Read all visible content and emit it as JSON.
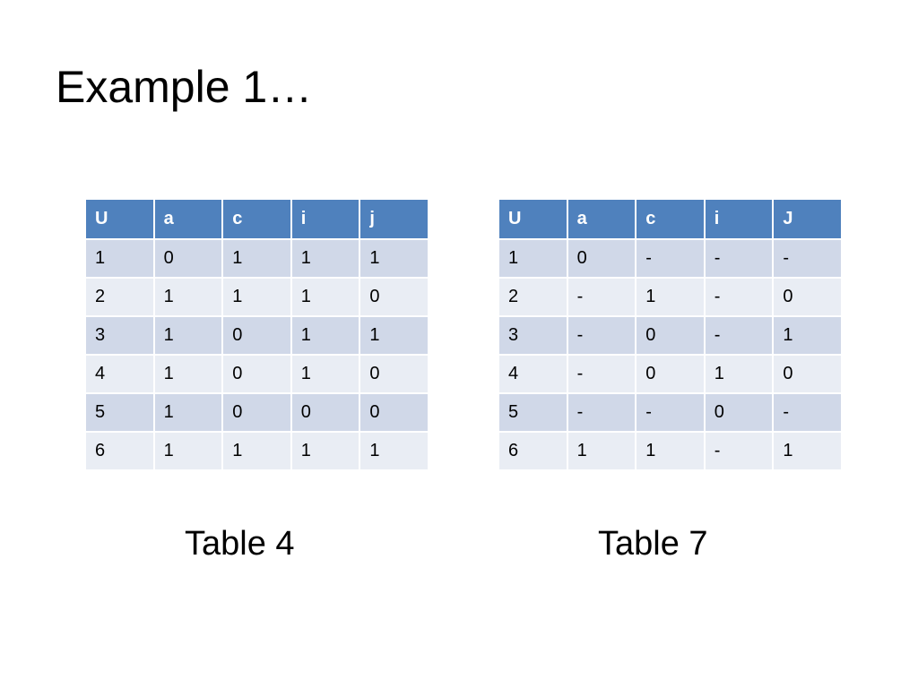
{
  "slide": {
    "title": "Example 1…"
  },
  "tables": [
    {
      "caption": "Table 4",
      "headers": [
        "U",
        "a",
        "c",
        "i",
        "j"
      ],
      "rows": [
        [
          "1",
          "0",
          "1",
          "1",
          "1"
        ],
        [
          "2",
          "1",
          "1",
          "1",
          "0"
        ],
        [
          "3",
          "1",
          "0",
          "1",
          "1"
        ],
        [
          "4",
          "1",
          "0",
          "1",
          "0"
        ],
        [
          "5",
          "1",
          "0",
          "0",
          "0"
        ],
        [
          "6",
          "1",
          "1",
          "1",
          "1"
        ]
      ]
    },
    {
      "caption": "Table 7",
      "headers": [
        "U",
        "a",
        "c",
        "i",
        "J"
      ],
      "rows": [
        [
          "1",
          "0",
          "-",
          "-",
          "-"
        ],
        [
          "2",
          "-",
          "1",
          "-",
          "0"
        ],
        [
          "3",
          "-",
          "0",
          "-",
          "1"
        ],
        [
          "4",
          "-",
          "0",
          "1",
          "0"
        ],
        [
          "5",
          "-",
          "-",
          "0",
          "-"
        ],
        [
          "6",
          "1",
          "1",
          "-",
          "1"
        ]
      ]
    }
  ],
  "colors": {
    "header_bg": "#4f81bd",
    "row_odd_bg": "#d0d8e8",
    "row_even_bg": "#e9edf4"
  }
}
